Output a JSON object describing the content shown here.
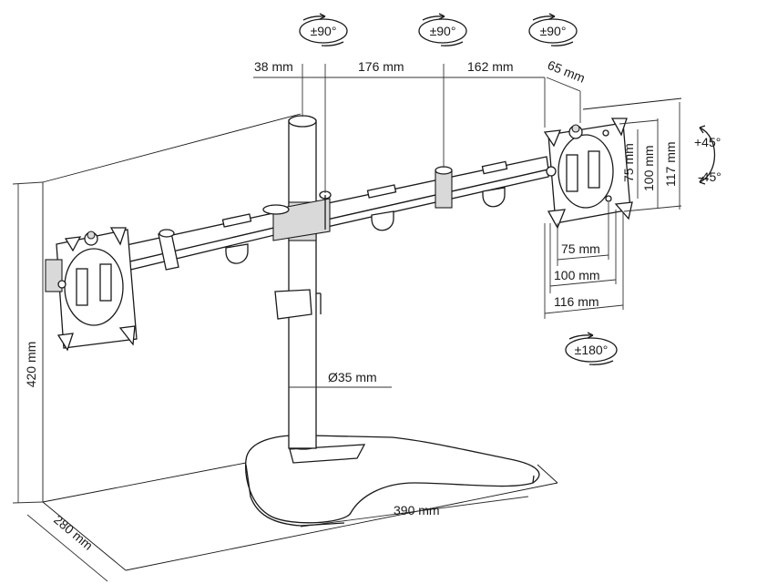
{
  "dimensions": {
    "arm_offset_left": "38 mm",
    "arm_segment_mid": "176 mm",
    "arm_segment_right": "162 mm",
    "bracket_depth": "65 mm",
    "vesa_h_75": "75 mm",
    "vesa_h_100": "100 mm",
    "vesa_h_117": "117 mm",
    "vesa_w_75": "75 mm",
    "vesa_w_100": "100 mm",
    "vesa_w_116": "116 mm",
    "height": "420 mm",
    "pole_diameter": "Ø35 mm",
    "base_width": "390 mm",
    "base_depth": "280 mm"
  },
  "rotations": {
    "joint_left": "±90°",
    "joint_mid": "±90°",
    "joint_right": "±90°",
    "rotate_screen": "±180°",
    "tilt_up": "+45°",
    "tilt_down": "-45°"
  }
}
